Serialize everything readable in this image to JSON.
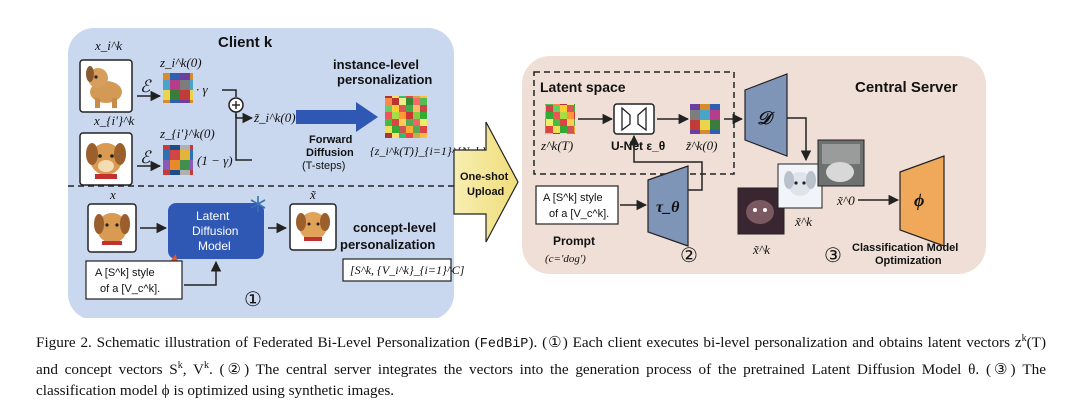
{
  "client": {
    "title": "Client k",
    "x_i": "x_i^k",
    "x_i_prime": "x_{i'}^k",
    "x": "x",
    "x_tilde": "x̃",
    "encoder_symbol": "ℰ",
    "z_i0": "z_i^k(0)",
    "z_ip0": "z_{i'}^k(0)",
    "gamma": "· γ",
    "one_minus_gamma": "(1 − γ)",
    "z_tilde": "z̃_i^k(0)",
    "forward_diffusion": [
      "Forward",
      "Diffusion",
      "(T-steps)"
    ],
    "instance_title": [
      "instance-level",
      "personalization"
    ],
    "zT_set": "{z_i^k(T)}_{i=1}^{N_k}",
    "ldm": [
      "Latent",
      "Diffusion",
      "Model"
    ],
    "prompt": [
      "A [S^k] style",
      "of a [V_c^k]."
    ],
    "concept_title": [
      "concept-level",
      "personalization"
    ],
    "concept_set": "[S^k, {V_i^k}_{i=1}^C]",
    "step": "①"
  },
  "upload": [
    "One-shot",
    "Upload"
  ],
  "server": {
    "title": "Central Server",
    "latent_space": "Latent space",
    "zT": "z^k(T)",
    "unet": "U-Net ε_θ",
    "z0_tilde": "z̃^k(0)",
    "decoder_symbol": "𝒟",
    "prompt_box": [
      "A [S^k] style",
      "of a [V_c^k]."
    ],
    "prompt_label": "Prompt",
    "prompt_c": "(c='dog')",
    "tau": "τ_θ",
    "step2": "②",
    "x_k_tilde": "x̃^k",
    "x_k_tilde_2": "x̃^k",
    "x0_tilde": "x̃^0",
    "phi": "ϕ",
    "step3": "③",
    "classification": [
      "Classification Model",
      "Optimization"
    ]
  },
  "caption": {
    "line1_a": "Figure 2.  Schematic illustration of Federated Bi-Level Personalization (",
    "line1_mono": "FedBiP",
    "line1_b": "). (①) Each client executes bi-level personalization and obtains latent vectors z",
    "line1_c": "(T) and concept vectors S",
    "line1_d": ". (②) The central server integrates the vectors into the generation process of the pretrained Latent Diffusion Model θ. (③) The classification model ϕ is optimized using synthetic images.",
    "sup_k": "k",
    "vk": ", V"
  }
}
